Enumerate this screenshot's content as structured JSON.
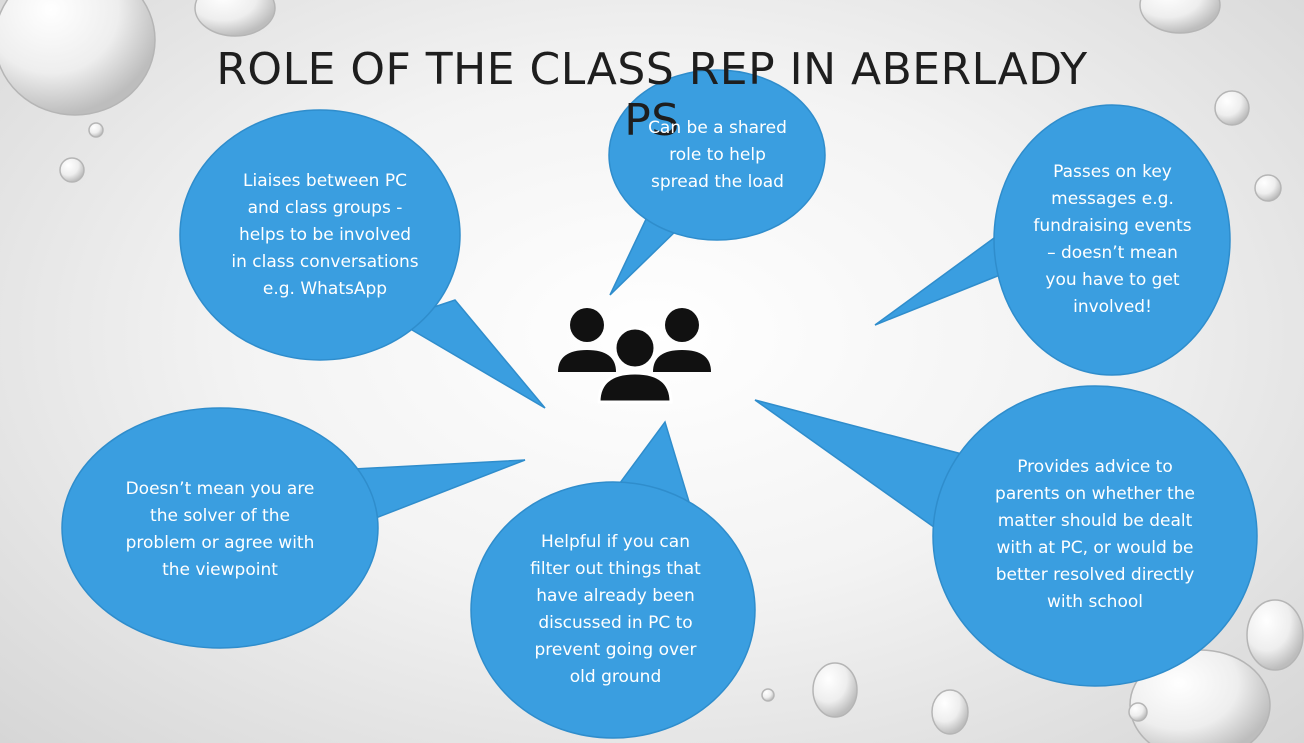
{
  "slide": {
    "title": "ROLE OF THE CLASS REP IN ABERLADY PS",
    "bubbles": [
      {
        "id": "liaises",
        "text": "Liaises between PC and class groups - helps to be involved in class conversations e.g. WhatsApp"
      },
      {
        "id": "shared",
        "text": "Can be a shared role to help spread the load"
      },
      {
        "id": "passes",
        "text": "Passes on key messages e.g. fundraising events – doesn’t mean you have to get involved!"
      },
      {
        "id": "solver",
        "text": "Doesn’t mean you are the solver of the problem or agree with the viewpoint"
      },
      {
        "id": "filter",
        "text": "Helpful if you can filter out things that have already been discussed in PC to prevent going over old ground"
      },
      {
        "id": "advice",
        "text": "Provides advice to parents on whether the matter should be dealt with at PC, or would be better resolved directly with school"
      }
    ],
    "center_icon": "people-group-icon",
    "colors": {
      "bubble": "#3a9ee0",
      "text": "#ffffff",
      "title": "#1e1e1e",
      "icon": "#111111"
    }
  }
}
